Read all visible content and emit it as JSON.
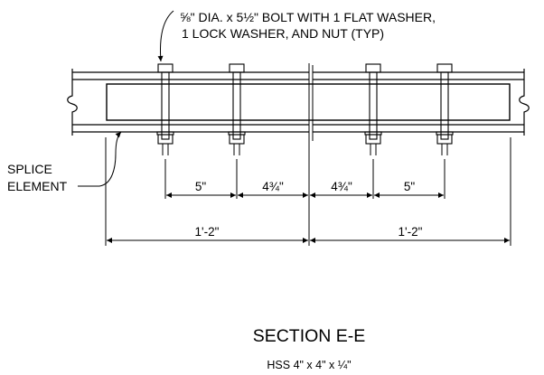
{
  "bolt_note": {
    "line1": "⅝\" DIA. x 5½\" BOLT WITH 1 FLAT WASHER,",
    "line2": "1 LOCK WASHER, AND NUT (TYP)"
  },
  "splice_label": {
    "line1": "SPLICE",
    "line2": "ELEMENT"
  },
  "dimensions": {
    "inner": [
      "5\"",
      "4¾\"",
      "4¾\"",
      "5\""
    ],
    "outer": [
      "1'-2\"",
      "1'-2\""
    ]
  },
  "section_title": "SECTION E-E",
  "section_subtitle": "HSS 4\" x 4\" x ¼\""
}
